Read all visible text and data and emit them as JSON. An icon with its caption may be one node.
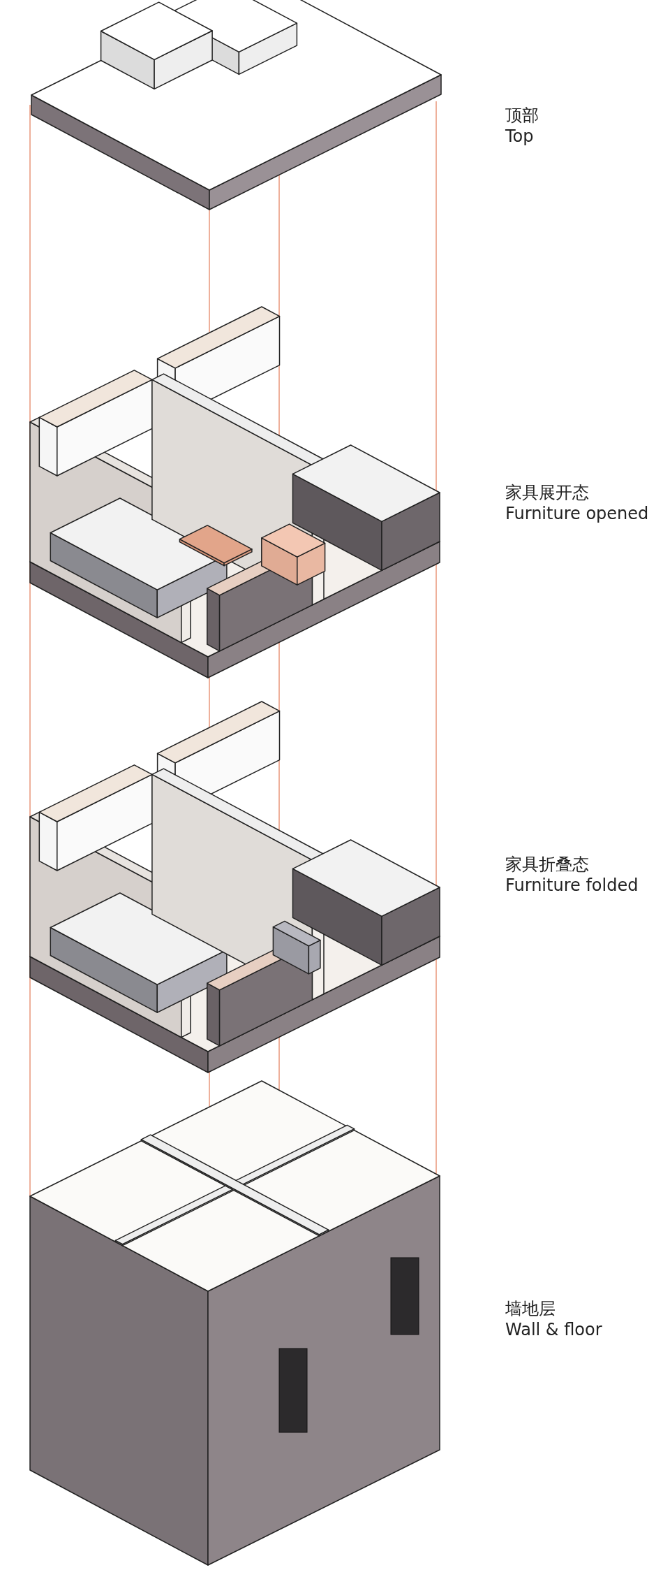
{
  "diagram": {
    "labels": [
      "顶部",
      "Top",
      "家具展开态",
      "Furniture opened",
      "家具折叠态",
      "Furniture folded",
      "墙地层",
      "Wall & floor"
    ]
  }
}
